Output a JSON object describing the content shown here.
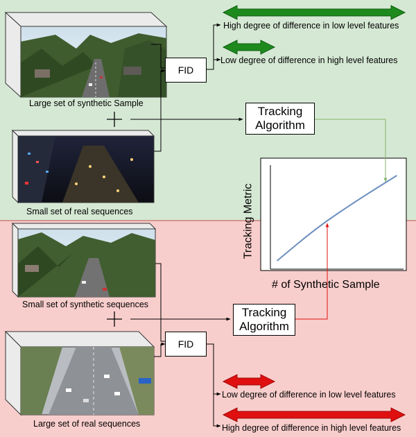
{
  "top": {
    "synthetic_label": "Large set of synthetic Sample",
    "real_label": "Small set of real sequences",
    "fid_label": "FID",
    "tracking_label_line1": "Tracking",
    "tracking_label_line2": "Algorithm",
    "arrow1_text": "High degree of difference in low level features",
    "arrow2_text": "Low degree of difference in high level features",
    "color": "#1e8a1e"
  },
  "bottom": {
    "synthetic_label": "Small set of synthetic sequences",
    "real_label": "Large set of real sequences",
    "fid_label": "FID",
    "tracking_label_line1": "Tracking",
    "tracking_label_line2": "Algorithm",
    "arrow1_text": "Low degree of difference in low level features",
    "arrow2_text": "High degree of difference in high level features",
    "color": "#e01010"
  },
  "plus_sign": "+",
  "chart_data": {
    "type": "line",
    "xlabel": "# of Synthetic Sample",
    "ylabel": "Tracking Metric",
    "series": [
      {
        "x": [
          0.05,
          0.35,
          0.65,
          0.95
        ],
        "values": [
          0.08,
          0.4,
          0.66,
          0.9
        ]
      }
    ]
  }
}
